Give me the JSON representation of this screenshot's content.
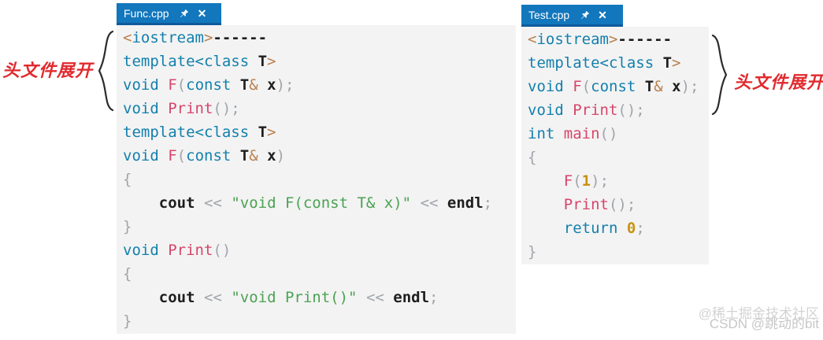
{
  "panels": [
    {
      "id": "func",
      "tab": {
        "label": "Func.cpp",
        "pin_icon": "pin-icon",
        "close_icon": "✕"
      },
      "lines": [
        [
          {
            "t": "<",
            "c": "br"
          },
          {
            "t": "iostream",
            "c": "kw"
          },
          {
            "t": ">",
            "c": "br"
          },
          {
            "t": "------",
            "c": "tx"
          }
        ],
        [
          {
            "t": "template<class ",
            "c": "kw"
          },
          {
            "t": "T",
            "c": "tx"
          },
          {
            "t": ">",
            "c": "br"
          }
        ],
        [
          {
            "t": "void",
            "c": "kw"
          },
          {
            "t": " ",
            "c": "df"
          },
          {
            "t": "F",
            "c": "fn"
          },
          {
            "t": "(",
            "c": "pn"
          },
          {
            "t": "const",
            "c": "kw"
          },
          {
            "t": " ",
            "c": "df"
          },
          {
            "t": "T",
            "c": "tx"
          },
          {
            "t": "&",
            "c": "br"
          },
          {
            "t": " ",
            "c": "df"
          },
          {
            "t": "x",
            "c": "tx"
          },
          {
            "t": ");",
            "c": "pn"
          }
        ],
        [
          {
            "t": "void",
            "c": "kw"
          },
          {
            "t": " ",
            "c": "df"
          },
          {
            "t": "Print",
            "c": "fn"
          },
          {
            "t": "();",
            "c": "pn"
          }
        ],
        [
          {
            "t": "template<class ",
            "c": "kw"
          },
          {
            "t": "T",
            "c": "tx"
          },
          {
            "t": ">",
            "c": "br"
          }
        ],
        [
          {
            "t": "void",
            "c": "kw"
          },
          {
            "t": " ",
            "c": "df"
          },
          {
            "t": "F",
            "c": "fn"
          },
          {
            "t": "(",
            "c": "pn"
          },
          {
            "t": "const",
            "c": "kw"
          },
          {
            "t": " ",
            "c": "df"
          },
          {
            "t": "T",
            "c": "tx"
          },
          {
            "t": "&",
            "c": "br"
          },
          {
            "t": " ",
            "c": "df"
          },
          {
            "t": "x",
            "c": "tx"
          },
          {
            "t": ")",
            "c": "pn"
          }
        ],
        [
          {
            "t": "{",
            "c": "pn"
          }
        ],
        [
          {
            "t": "    ",
            "c": "df"
          },
          {
            "t": "cout",
            "c": "tx"
          },
          {
            "t": " ",
            "c": "df"
          },
          {
            "t": "<<",
            "c": "pn"
          },
          {
            "t": " ",
            "c": "df"
          },
          {
            "t": "\"void F(const T& x)\"",
            "c": "st"
          },
          {
            "t": " ",
            "c": "df"
          },
          {
            "t": "<<",
            "c": "pn"
          },
          {
            "t": " ",
            "c": "df"
          },
          {
            "t": "endl",
            "c": "tx"
          },
          {
            "t": ";",
            "c": "pn"
          }
        ],
        [
          {
            "t": "}",
            "c": "pn"
          }
        ],
        [
          {
            "t": "void",
            "c": "kw"
          },
          {
            "t": " ",
            "c": "df"
          },
          {
            "t": "Print",
            "c": "fn"
          },
          {
            "t": "()",
            "c": "pn"
          }
        ],
        [
          {
            "t": "{",
            "c": "pn"
          }
        ],
        [
          {
            "t": "    ",
            "c": "df"
          },
          {
            "t": "cout",
            "c": "tx"
          },
          {
            "t": " ",
            "c": "df"
          },
          {
            "t": "<<",
            "c": "pn"
          },
          {
            "t": " ",
            "c": "df"
          },
          {
            "t": "\"void Print()\"",
            "c": "st"
          },
          {
            "t": " ",
            "c": "df"
          },
          {
            "t": "<<",
            "c": "pn"
          },
          {
            "t": " ",
            "c": "df"
          },
          {
            "t": "endl",
            "c": "tx"
          },
          {
            "t": ";",
            "c": "pn"
          }
        ],
        [
          {
            "t": "}",
            "c": "pn"
          }
        ]
      ]
    },
    {
      "id": "test",
      "tab": {
        "label": "Test.cpp",
        "pin_icon": "pin-icon",
        "close_icon": "✕"
      },
      "lines": [
        [
          {
            "t": "<",
            "c": "br"
          },
          {
            "t": "iostream",
            "c": "kw"
          },
          {
            "t": ">",
            "c": "br"
          },
          {
            "t": "------",
            "c": "tx"
          }
        ],
        [
          {
            "t": "template<class ",
            "c": "kw"
          },
          {
            "t": "T",
            "c": "tx"
          },
          {
            "t": ">",
            "c": "br"
          }
        ],
        [
          {
            "t": "void",
            "c": "kw"
          },
          {
            "t": " ",
            "c": "df"
          },
          {
            "t": "F",
            "c": "fn"
          },
          {
            "t": "(",
            "c": "pn"
          },
          {
            "t": "const",
            "c": "kw"
          },
          {
            "t": " ",
            "c": "df"
          },
          {
            "t": "T",
            "c": "tx"
          },
          {
            "t": "&",
            "c": "br"
          },
          {
            "t": " ",
            "c": "df"
          },
          {
            "t": "x",
            "c": "tx"
          },
          {
            "t": ");",
            "c": "pn"
          }
        ],
        [
          {
            "t": "void",
            "c": "kw"
          },
          {
            "t": " ",
            "c": "df"
          },
          {
            "t": "Print",
            "c": "fn"
          },
          {
            "t": "();",
            "c": "pn"
          }
        ],
        [
          {
            "t": "int",
            "c": "kw"
          },
          {
            "t": " ",
            "c": "df"
          },
          {
            "t": "main",
            "c": "fn"
          },
          {
            "t": "()",
            "c": "pn"
          }
        ],
        [
          {
            "t": "{",
            "c": "pn"
          }
        ],
        [
          {
            "t": "    ",
            "c": "df"
          },
          {
            "t": "F",
            "c": "fn"
          },
          {
            "t": "(",
            "c": "pn"
          },
          {
            "t": "1",
            "c": "nm"
          },
          {
            "t": ");",
            "c": "pn"
          }
        ],
        [
          {
            "t": "    ",
            "c": "df"
          },
          {
            "t": "Print",
            "c": "fn"
          },
          {
            "t": "();",
            "c": "pn"
          }
        ],
        [
          {
            "t": "    ",
            "c": "df"
          },
          {
            "t": "return",
            "c": "kw"
          },
          {
            "t": " ",
            "c": "df"
          },
          {
            "t": "0",
            "c": "nm"
          },
          {
            "t": ";",
            "c": "pn"
          }
        ],
        [
          {
            "t": "}",
            "c": "pn"
          }
        ]
      ]
    }
  ],
  "annotations": {
    "left": {
      "text": "头文件展开",
      "brace": "left-curly-brace"
    },
    "right": {
      "text": "头文件展开",
      "brace": "right-curly-brace"
    }
  },
  "watermark": {
    "back": "@稀土掘金技术社区",
    "front": "CSDN @跳动的bit"
  },
  "colors": {
    "tab_background": "#1277bd",
    "tab_border_bottom": "#0f5a9c",
    "tab_text": "#ffffff",
    "panel_background": "#f3f3f3",
    "keyword": "#1380ad",
    "function_name": "#d6456b",
    "angle_amp_brown": "#b9804e",
    "punctuation": "#a1a5ab",
    "string": "#4ba253",
    "number": "#c9920f",
    "plain_text": "#1e1e1e",
    "annotation_red": "#e12a2e",
    "watermark_gray": "#cccccc"
  }
}
